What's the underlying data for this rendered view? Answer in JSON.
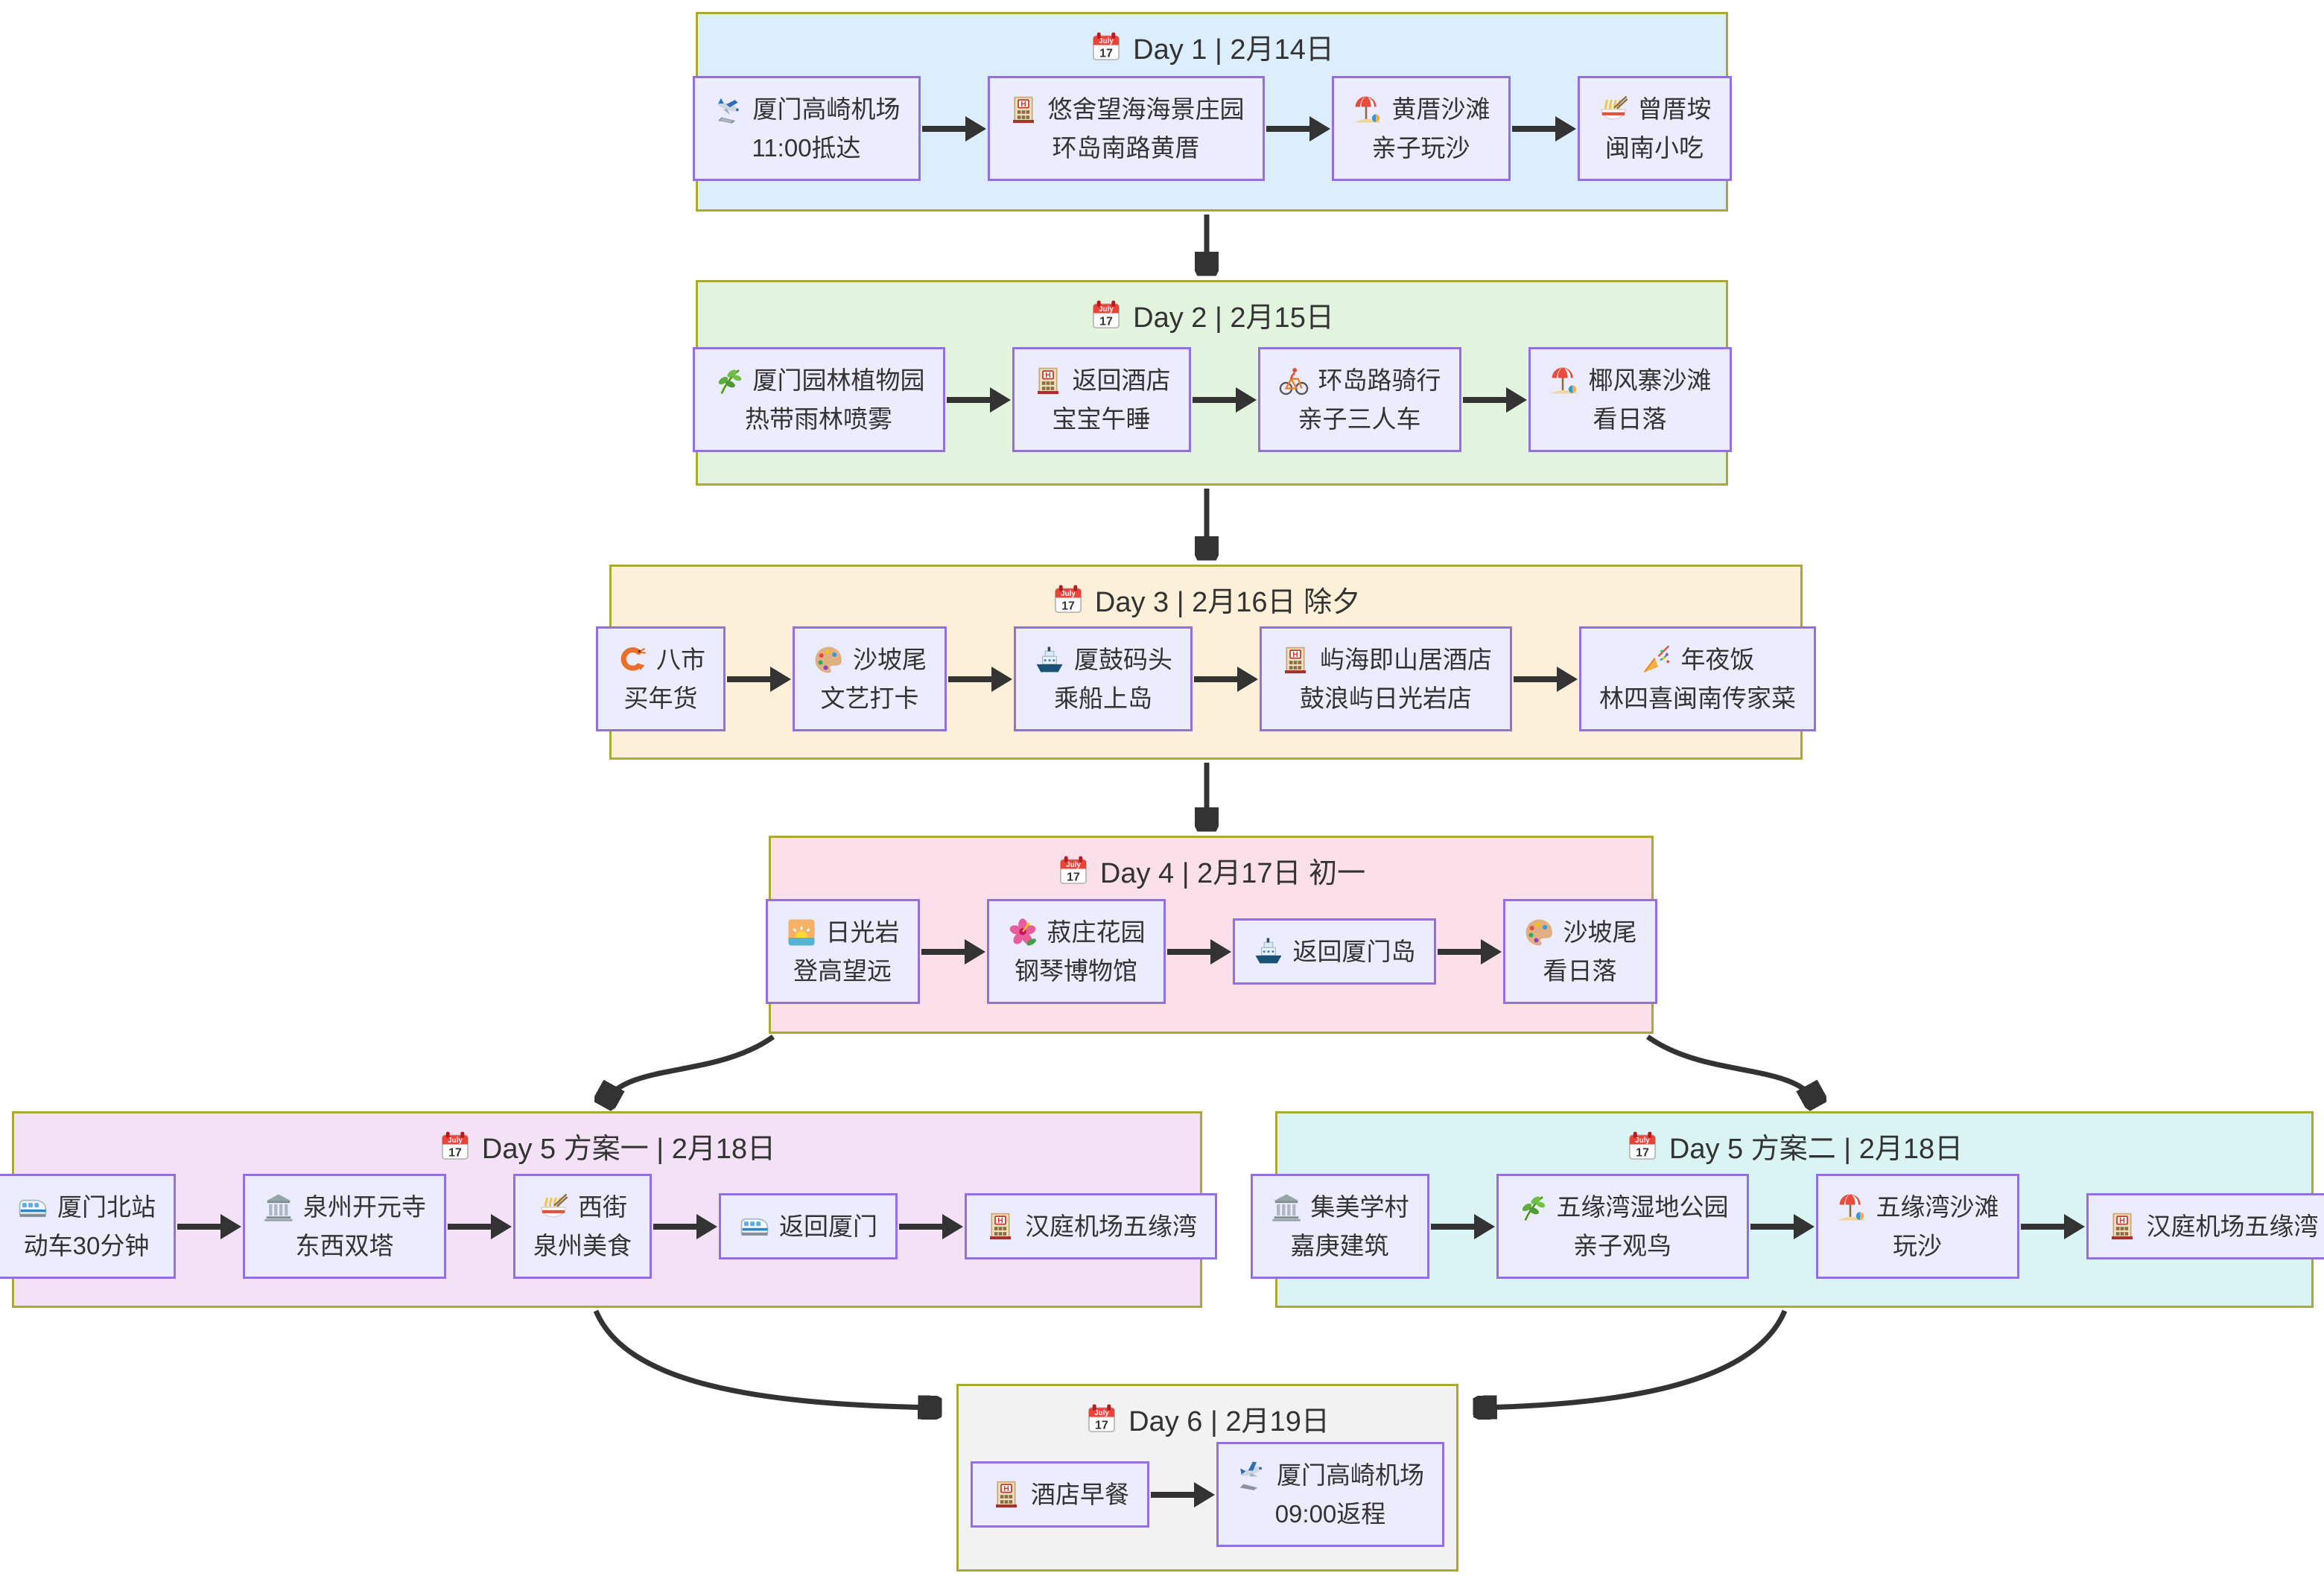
{
  "diagram": {
    "type": "flowchart",
    "colors": {
      "node_fill": "#ECECFF",
      "node_border": "#9370DB",
      "cluster_border": "#AAAA33",
      "edge": "#333333",
      "text": "#333333",
      "background": "#FFFFFF"
    },
    "days": [
      {
        "title": "Day 1 | 2月14日",
        "title_icon": "calendar",
        "bg": "#DCEDFB",
        "nodes": [
          {
            "icon": "plane-landing",
            "line1": "厦门高崎机场",
            "line2": "11:00抵达"
          },
          {
            "icon": "hotel",
            "line1": "悠舍望海海景庄园",
            "line2": "环岛南路黄厝"
          },
          {
            "icon": "beach",
            "line1": "黄厝沙滩",
            "line2": "亲子玩沙"
          },
          {
            "icon": "noodles",
            "line1": "曾厝垵",
            "line2": "闽南小吃"
          }
        ]
      },
      {
        "title": "Day 2 | 2月15日",
        "title_icon": "calendar",
        "bg": "#E2F3DE",
        "nodes": [
          {
            "icon": "herb",
            "line1": "厦门园林植物园",
            "line2": "热带雨林喷雾"
          },
          {
            "icon": "hotel",
            "line1": "返回酒店",
            "line2": "宝宝午睡"
          },
          {
            "icon": "bicycle",
            "line1": "环岛路骑行",
            "line2": "亲子三人车"
          },
          {
            "icon": "beach",
            "line1": "椰风寨沙滩",
            "line2": "看日落"
          }
        ]
      },
      {
        "title": "Day 3 | 2月16日 除夕",
        "title_icon": "calendar",
        "bg": "#FDF0D9",
        "nodes": [
          {
            "icon": "shrimp",
            "line1": "八市",
            "line2": "买年货"
          },
          {
            "icon": "palette",
            "line1": "沙坡尾",
            "line2": "文艺打卡"
          },
          {
            "icon": "ship",
            "line1": "厦鼓码头",
            "line2": "乘船上岛"
          },
          {
            "icon": "hotel",
            "line1": "屿海即山居酒店",
            "line2": "鼓浪屿日光岩店"
          },
          {
            "icon": "celebration",
            "line1": "年夜饭",
            "line2": "林四喜闽南传家菜"
          }
        ]
      },
      {
        "title": "Day 4 | 2月17日 初一",
        "title_icon": "calendar",
        "bg": "#FBE0E9",
        "nodes": [
          {
            "icon": "sunrise",
            "line1": "日光岩",
            "line2": "登高望远"
          },
          {
            "icon": "hibiscus",
            "line1": "菽庄花园",
            "line2": "钢琴博物馆"
          },
          {
            "icon": "ship",
            "line1": "返回厦门岛",
            "line2": ""
          },
          {
            "icon": "palette",
            "line1": "沙坡尾",
            "line2": "看日落"
          }
        ]
      },
      {
        "title": "Day 5 方案一 | 2月18日",
        "title_icon": "calendar",
        "bg": "#F3E1F5",
        "nodes": [
          {
            "icon": "train",
            "line1": "厦门北站",
            "line2": "动车30分钟"
          },
          {
            "icon": "museum",
            "line1": "泉州开元寺",
            "line2": "东西双塔"
          },
          {
            "icon": "noodles",
            "line1": "西街",
            "line2": "泉州美食"
          },
          {
            "icon": "train",
            "line1": "返回厦门",
            "line2": ""
          },
          {
            "icon": "hotel",
            "line1": "汉庭机场五缘湾",
            "line2": ""
          }
        ]
      },
      {
        "title": "Day 5 方案二 | 2月18日",
        "title_icon": "calendar",
        "bg": "#D9F4F2",
        "nodes": [
          {
            "icon": "museum",
            "line1": "集美学村",
            "line2": "嘉庚建筑"
          },
          {
            "icon": "herb",
            "line1": "五缘湾湿地公园",
            "line2": "亲子观鸟"
          },
          {
            "icon": "beach",
            "line1": "五缘湾沙滩",
            "line2": "玩沙"
          },
          {
            "icon": "hotel",
            "line1": "汉庭机场五缘湾",
            "line2": ""
          }
        ]
      },
      {
        "title": "Day 6 | 2月19日",
        "title_icon": "calendar",
        "bg": "#F2F2F2",
        "nodes": [
          {
            "icon": "hotel",
            "line1": "酒店早餐",
            "line2": ""
          },
          {
            "icon": "plane-takeoff",
            "line1": "厦门高崎机场",
            "line2": "09:00返程"
          }
        ]
      }
    ]
  }
}
